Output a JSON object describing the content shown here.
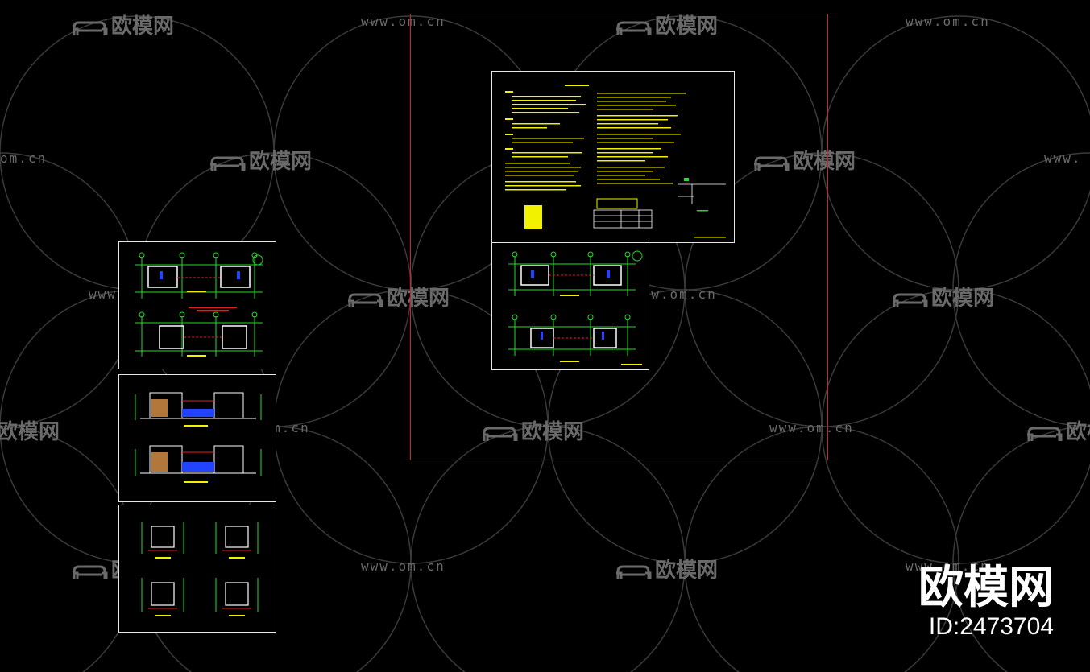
{
  "watermark": {
    "brand_text": "欧模网",
    "url_text": "www.om.cn",
    "url_partial": "om.cn",
    "url_partial_right": "www."
  },
  "branding": {
    "name": "欧模网",
    "id_label": "ID:2473704"
  },
  "colors": {
    "background": "#000000",
    "sheet_border": "#e6e6e6",
    "selection": "#e21c1c",
    "cad_green": "#22dd22",
    "cad_yellow": "#f2f200",
    "cad_red": "#e02020",
    "cad_blue": "#2244ff",
    "cad_white": "#ffffff",
    "watermark_gray": "#6a6a6a"
  },
  "sheets": [
    {
      "name": "floor-plans",
      "kind": "plan"
    },
    {
      "name": "elevations",
      "kind": "elevation"
    },
    {
      "name": "sections",
      "kind": "section"
    },
    {
      "name": "design-notes",
      "kind": "notes"
    },
    {
      "name": "floor-plans-copy",
      "kind": "plan"
    }
  ]
}
